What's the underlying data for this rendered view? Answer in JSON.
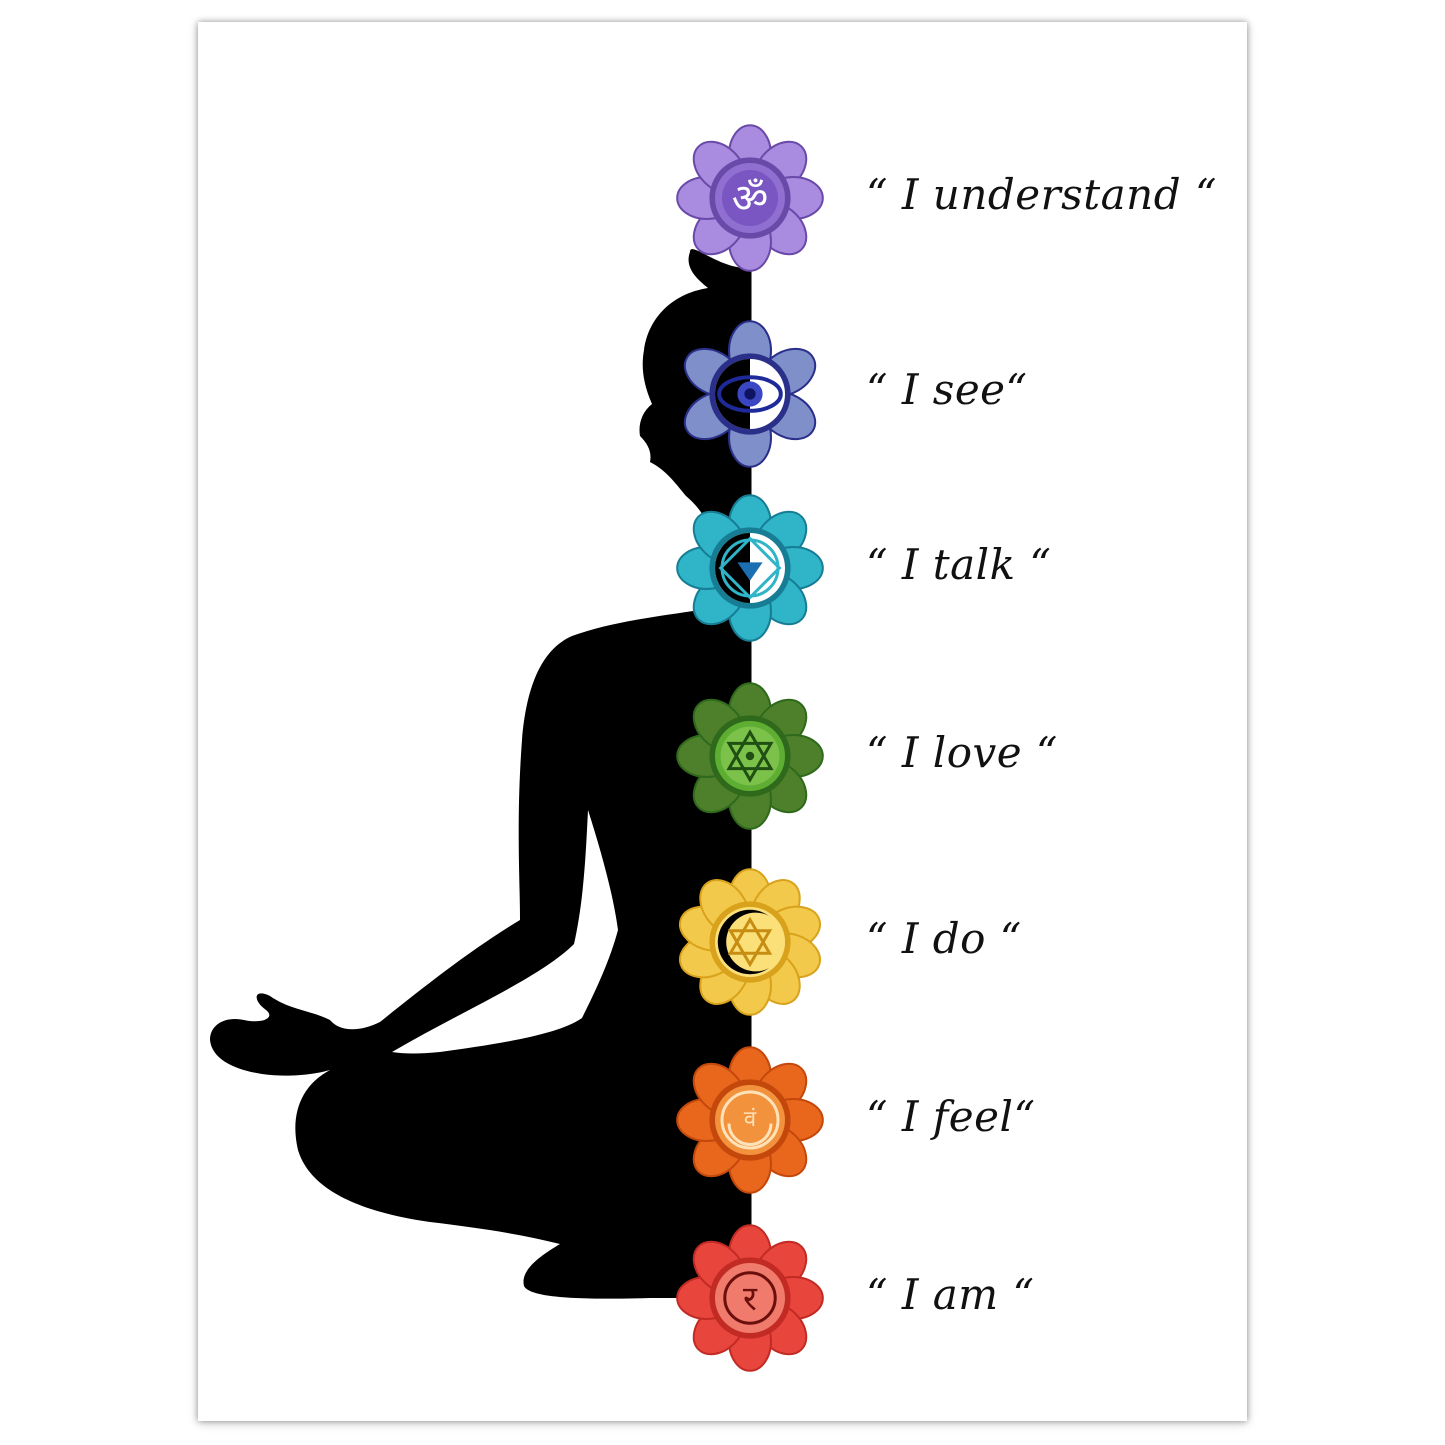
{
  "colors": {
    "silhouette": "#000000",
    "background": "#ffffff",
    "text": "#111111"
  },
  "chakras": [
    {
      "icon": "om-crown-chakra-icon",
      "affirmation": "“ I understand “",
      "petal": "#a98be0",
      "ring": "#6a4aa8",
      "core": "#8f6fd0",
      "accent": "#3b2a78"
    },
    {
      "icon": "eye-third-eye-chakra-icon",
      "affirmation": "“ I see“",
      "petal": "#7f8fc9",
      "ring": "#2a2f8a",
      "core": "#ffffff",
      "accent": "#1e2a9a"
    },
    {
      "icon": "triangle-throat-chakra-icon",
      "affirmation": "“ I talk “",
      "petal": "#2fb4c8",
      "ring": "#167d94",
      "core": "#ffffff",
      "accent": "#1a6fa0"
    },
    {
      "icon": "star-heart-chakra-icon",
      "affirmation": "“ I love “",
      "petal": "#4e7f2a",
      "ring": "#2f6a1c",
      "core": "#5fae34",
      "accent": "#1f4f12"
    },
    {
      "icon": "star-solar-plexus-chakra-icon",
      "affirmation": "“ I do “",
      "petal": "#f2c94a",
      "ring": "#d8a21c",
      "core": "#fbe07a",
      "accent": "#c68d12"
    },
    {
      "icon": "crescent-sacral-chakra-icon",
      "affirmation": "“ I feel“",
      "petal": "#e8671c",
      "ring": "#c4470c",
      "core": "#f2923c",
      "accent": "#ffe2b8"
    },
    {
      "icon": "ra-root-chakra-icon",
      "affirmation": "“ I am “",
      "petal": "#e8463c",
      "ring": "#c22a24",
      "core": "#f07a6c",
      "accent": "#6a0f0c"
    }
  ]
}
